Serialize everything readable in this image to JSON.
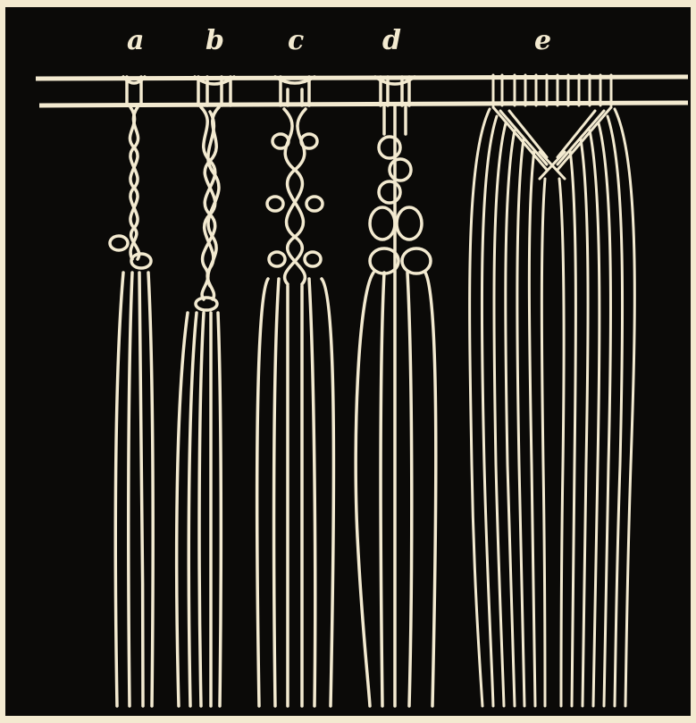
{
  "figure": {
    "labels": [
      "a",
      "b",
      "c",
      "d",
      "e"
    ]
  },
  "colors": {
    "background": "#0b0a08",
    "cord": "#f3ead0",
    "paper": "#f3ead0"
  }
}
